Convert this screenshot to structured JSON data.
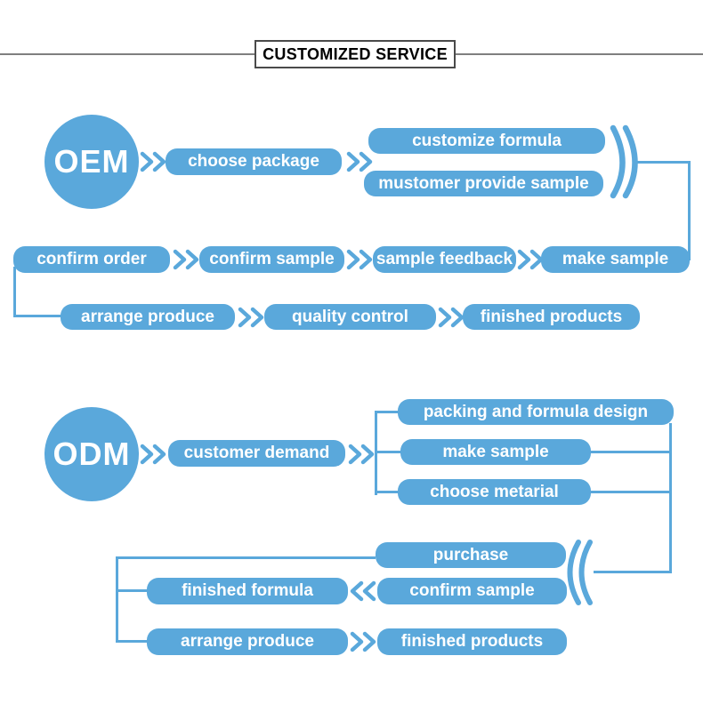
{
  "title": "CUSTOMIZED SERVICE",
  "colors": {
    "accent": "#5aa8db",
    "text_on_accent": "#ffffff",
    "title_border": "#4a4a4a",
    "title_text": "#000000",
    "title_rule": "#7f7f7f"
  },
  "oem": {
    "label": "OEM",
    "nodes": {
      "choose_package": "choose package",
      "customize_formula": "customize formula",
      "mustomer_provide_sample": "mustomer provide sample",
      "make_sample": "make sample",
      "sample_feedback": "sample feedback",
      "confirm_sample": "confirm sample",
      "confirm_order": "confirm order",
      "arrange_produce": "arrange produce",
      "quality_control": "quality control",
      "finished_products": "finished products"
    }
  },
  "odm": {
    "label": "ODM",
    "nodes": {
      "customer_demand": "customer demand",
      "packing_and_formula_design": "packing and formula design",
      "make_sample": "make sample",
      "choose_metarial": "choose metarial",
      "purchase": "purchase",
      "confirm_sample": "confirm sample",
      "finished_formula": "finished formula",
      "arrange_produce": "arrange produce",
      "finished_products": "finished products"
    }
  }
}
